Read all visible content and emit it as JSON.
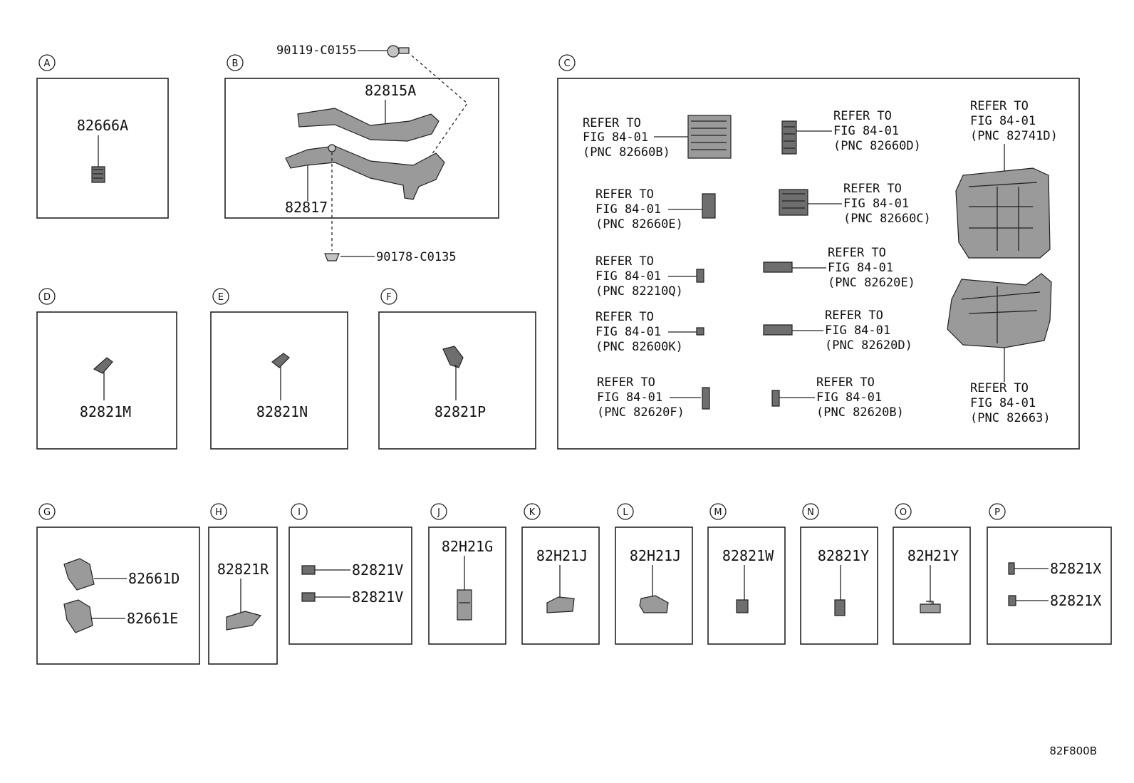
{
  "sections": {
    "A": {
      "letter": "A",
      "part": "82666A"
    },
    "B": {
      "letter": "B",
      "bolt": "90119-C0155",
      "upper": "82815A",
      "lower": "82817",
      "clip": "90178-C0135"
    },
    "C": {
      "letter": "C",
      "refs": [
        {
          "line1": "REFER TO",
          "line2": "FIG 84-01",
          "line3": "(PNC 82660B)"
        },
        {
          "line1": "REFER TO",
          "line2": "FIG 84-01",
          "line3": "(PNC 82660D)"
        },
        {
          "line1": "REFER TO",
          "line2": "FIG 84-01",
          "line3": "(PNC 82741D)"
        },
        {
          "line1": "REFER TO",
          "line2": "FIG 84-01",
          "line3": "(PNC 82660E)"
        },
        {
          "line1": "REFER TO",
          "line2": "FIG 84-01",
          "line3": "(PNC 82660C)"
        },
        {
          "line1": "REFER TO",
          "line2": "FIG 84-01",
          "line3": "(PNC 82210Q)"
        },
        {
          "line1": "REFER TO",
          "line2": "FIG 84-01",
          "line3": "(PNC 82620E)"
        },
        {
          "line1": "REFER TO",
          "line2": "FIG 84-01",
          "line3": "(PNC 82600K)"
        },
        {
          "line1": "REFER TO",
          "line2": "FIG 84-01",
          "line3": "(PNC 82620D)"
        },
        {
          "line1": "REFER TO",
          "line2": "FIG 84-01",
          "line3": "(PNC 82620F)"
        },
        {
          "line1": "REFER TO",
          "line2": "FIG 84-01",
          "line3": "(PNC 82620B)"
        },
        {
          "line1": "REFER TO",
          "line2": "FIG 84-01",
          "line3": "(PNC 82663)"
        }
      ]
    },
    "D": {
      "letter": "D",
      "part": "82821M"
    },
    "E": {
      "letter": "E",
      "part": "82821N"
    },
    "F": {
      "letter": "F",
      "part": "82821P"
    },
    "G": {
      "letter": "G",
      "part1": "82661D",
      "part2": "82661E"
    },
    "H": {
      "letter": "H",
      "part": "82821R"
    },
    "I": {
      "letter": "I",
      "part1": "82821V",
      "part2": "82821V"
    },
    "J": {
      "letter": "J",
      "part": "82H21G"
    },
    "K": {
      "letter": "K",
      "part": "82H21J"
    },
    "L": {
      "letter": "L",
      "part": "82H21J"
    },
    "M": {
      "letter": "M",
      "part": "82821W"
    },
    "N": {
      "letter": "N",
      "part": "82821Y"
    },
    "O": {
      "letter": "O",
      "part": "82H21Y"
    },
    "P": {
      "letter": "P",
      "part1": "82821X",
      "part2": "82821X"
    }
  },
  "figure_code": "82F800B"
}
